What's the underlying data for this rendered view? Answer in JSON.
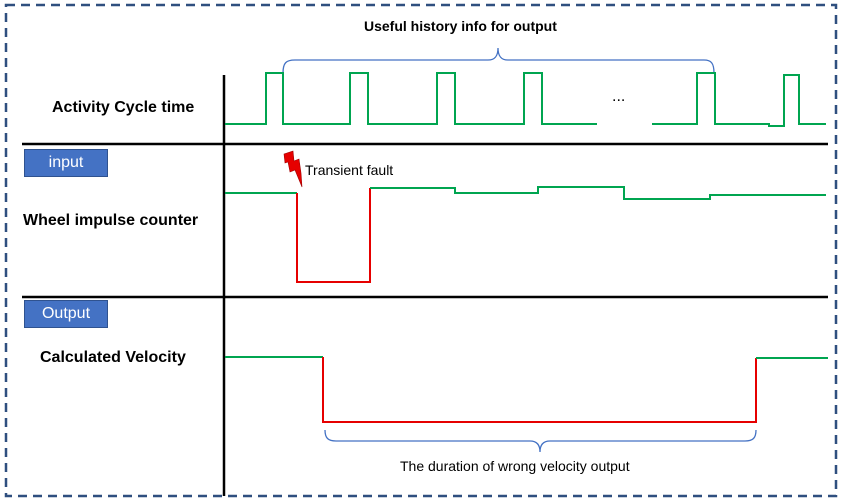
{
  "brace_title": "Useful history info for output",
  "ellipsis": "...",
  "rows": {
    "activity": {
      "label": "Activity Cycle time"
    },
    "input": {
      "tag": "input",
      "label": "Wheel impulse counter"
    },
    "output": {
      "tag": "Output",
      "label": "Calculated Velocity"
    }
  },
  "fault_label": "Transient fault",
  "duration_label": "The duration of wrong velocity output",
  "colors": {
    "border": "#2f4f7f",
    "signal_ok": "#00a550",
    "signal_fault": "#e60000",
    "brace": "#4472c4",
    "tag_bg": "#4472c4",
    "lightning": "#e60000"
  },
  "icons": {
    "fault_marker": "lightning-bolt-icon"
  }
}
